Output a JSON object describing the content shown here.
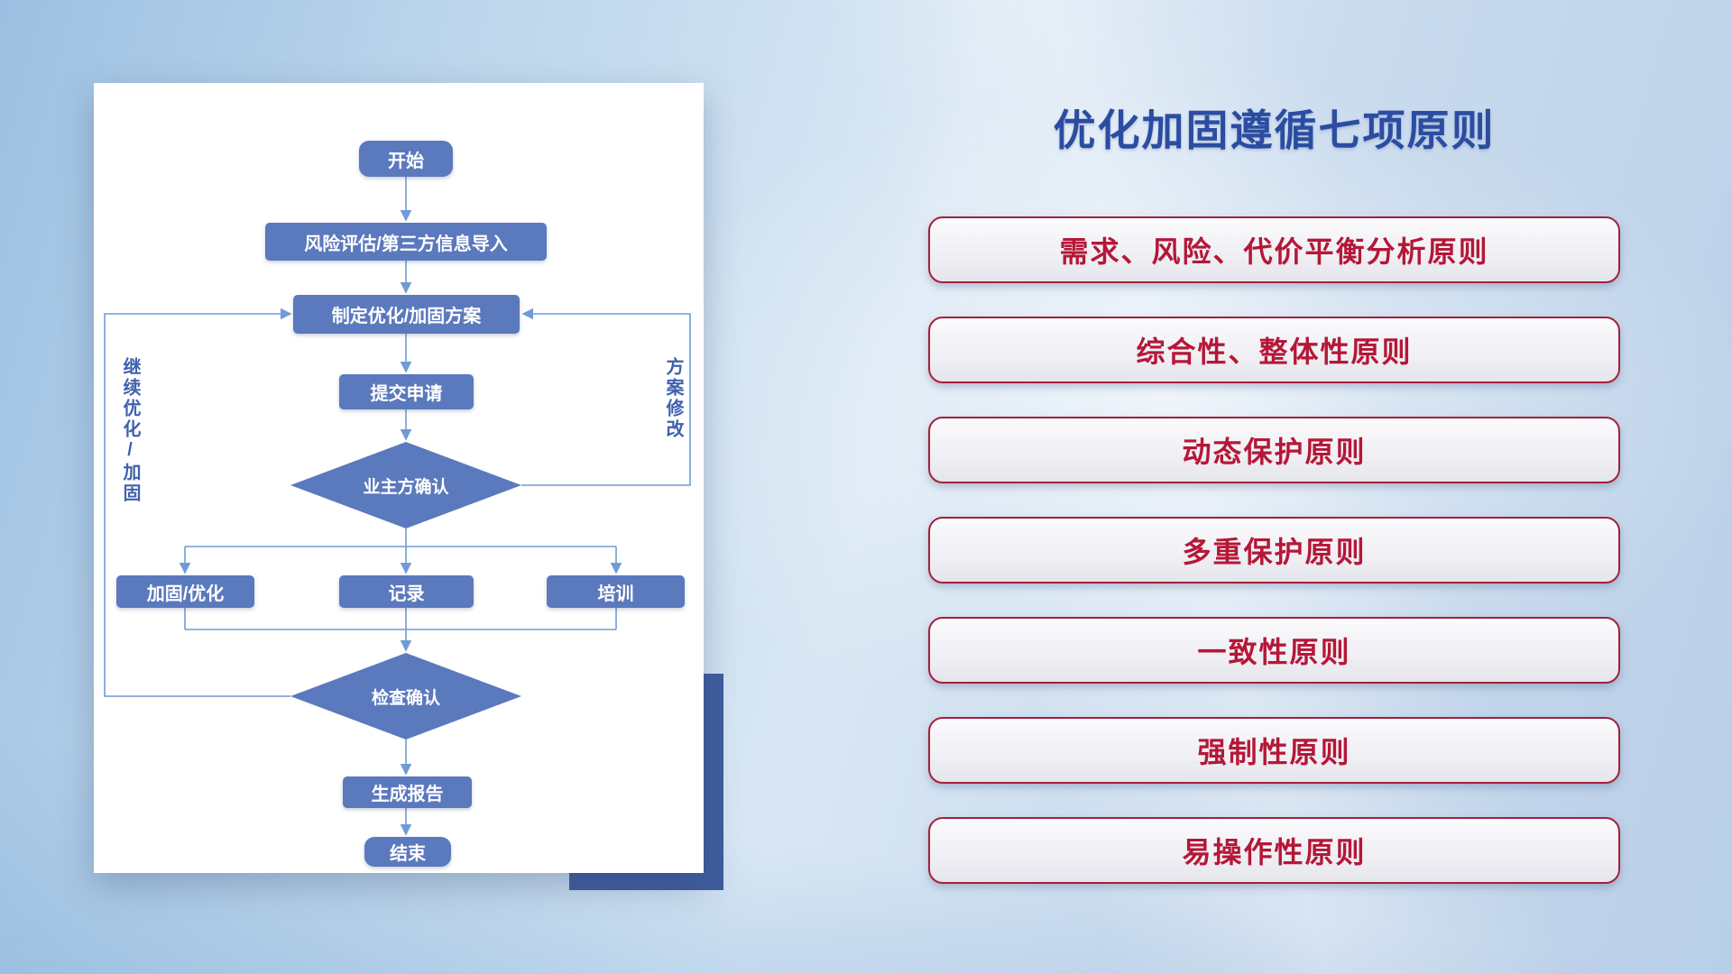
{
  "panel": {
    "title": "优化加固遵循七项原则"
  },
  "flowchart": {
    "nodes": {
      "start": "开始",
      "risk_import": "风险评估/第三方信息导入",
      "make_plan": "制定优化/加固方案",
      "submit": "提交申请",
      "owner_confirm": "业主方确认",
      "reinforce_optimize": "加固/优化",
      "record": "记录",
      "training": "培训",
      "check_confirm": "检查确认",
      "generate_report": "生成报告",
      "end": "结束"
    },
    "loop_labels": {
      "continue_optimize": "继续优化/加固",
      "plan_revision": "方案修改"
    }
  },
  "principles": [
    "需求、风险、代价平衡分析原则",
    "综合性、整体性原则",
    "动态保护原则",
    "多重保护原则",
    "一致性原则",
    "强制性原则",
    "易操作性原则"
  ],
  "colors": {
    "node_fill": "#5b79bd",
    "connector": "#6f9cd4",
    "title_blue": "#2b4da1",
    "principle_red": "#b51737",
    "pill_border": "#a4203a",
    "accent_block": "#3f5c9d"
  }
}
